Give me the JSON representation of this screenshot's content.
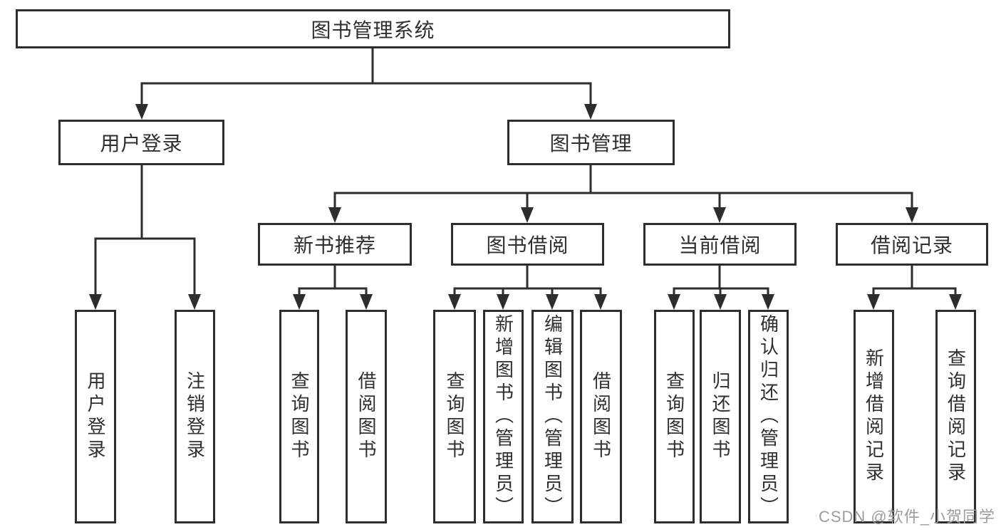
{
  "diagram": {
    "type": "hierarchy-tree",
    "line_color": "#2d2d2d",
    "box_background": "#ffffff",
    "tree": {
      "label": "图书管理系统",
      "children": [
        {
          "label": "用户登录",
          "children": [
            {
              "label": "用户登录"
            },
            {
              "label": "注销登录"
            }
          ]
        },
        {
          "label": "图书管理",
          "children": [
            {
              "label": "新书推荐",
              "children": [
                {
                  "label": "查询图书"
                },
                {
                  "label": "借阅图书"
                }
              ]
            },
            {
              "label": "图书借阅",
              "children": [
                {
                  "label": "查询图书"
                },
                {
                  "label": "新增图书（管理员）"
                },
                {
                  "label": "编辑图书（管理员）"
                },
                {
                  "label": "借阅图书"
                }
              ]
            },
            {
              "label": "当前借阅",
              "children": [
                {
                  "label": "查询图书"
                },
                {
                  "label": "归还图书"
                },
                {
                  "label": "确认归还（管理员）"
                }
              ]
            },
            {
              "label": "借阅记录",
              "children": [
                {
                  "label": "新增借阅记录"
                },
                {
                  "label": "查询借阅记录"
                }
              ]
            }
          ]
        }
      ]
    }
  },
  "watermark": {
    "text": "CSDN @软件_小贺同学",
    "color": "#9c9c9c"
  }
}
